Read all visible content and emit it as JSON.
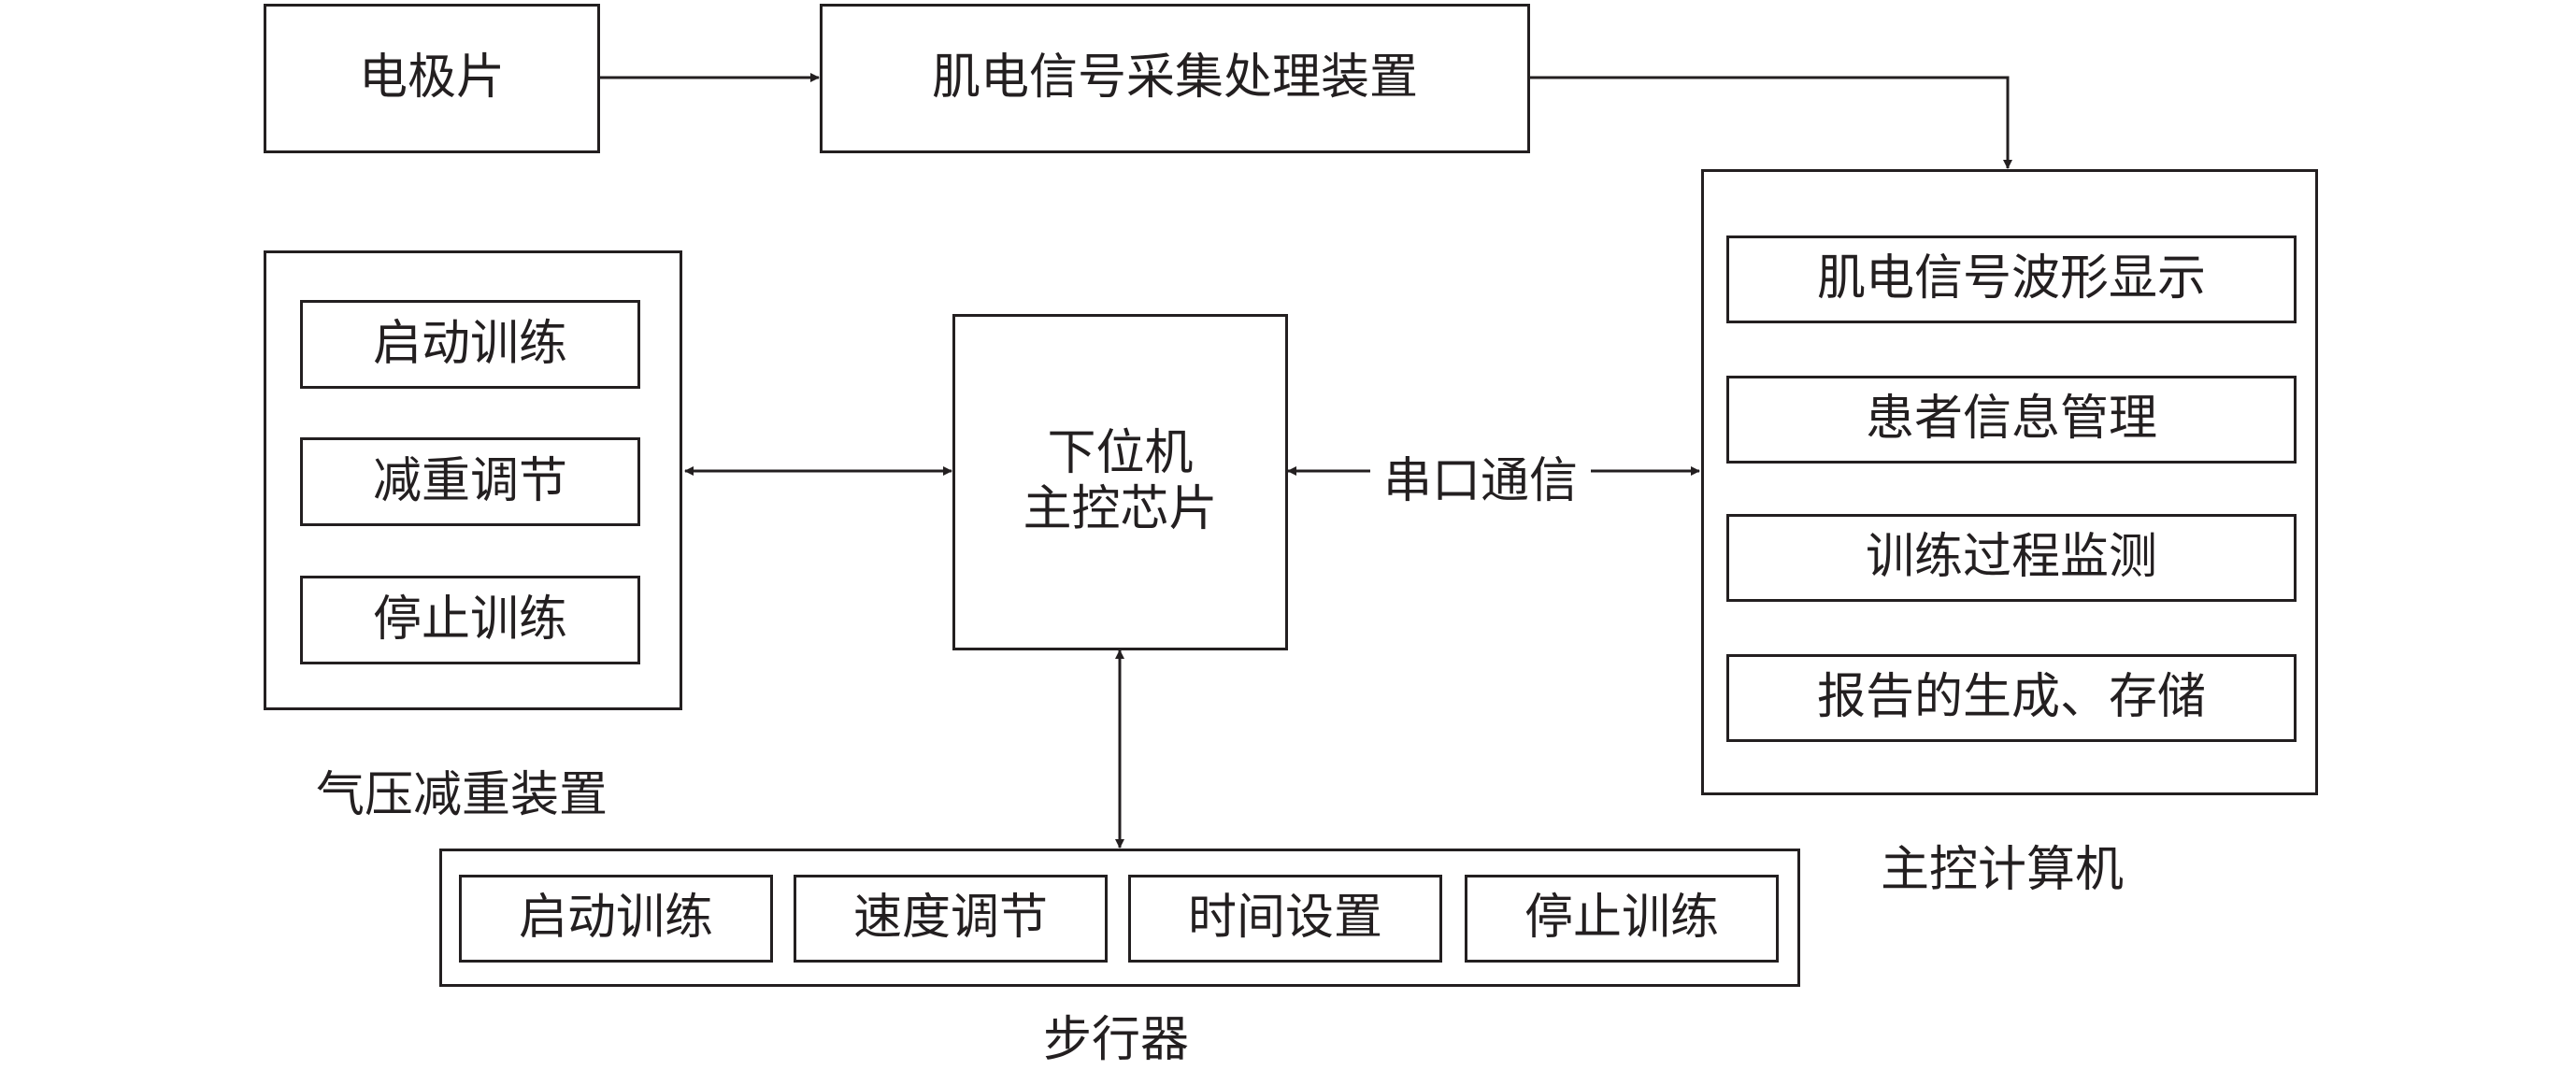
{
  "nodes": {
    "electrode": "电极片",
    "emg_device": "肌电信号采集处理装置",
    "mcu_line1": "下位机",
    "mcu_line2": "主控芯片"
  },
  "pneumatic": {
    "caption": "气压减重装置",
    "buttons": [
      "启动训练",
      "减重调节",
      "停止训练"
    ]
  },
  "computer": {
    "caption": "主控计算机",
    "modules": [
      "肌电信号波形显示",
      "患者信息管理",
      "训练过程监测",
      "报告的生成、存储"
    ]
  },
  "walker": {
    "caption": "步行器",
    "buttons": [
      "启动训练",
      "速度调节",
      "时间设置",
      "停止训练"
    ]
  },
  "links": {
    "serial": "串口通信"
  },
  "colors": {
    "line": "#231f20"
  }
}
